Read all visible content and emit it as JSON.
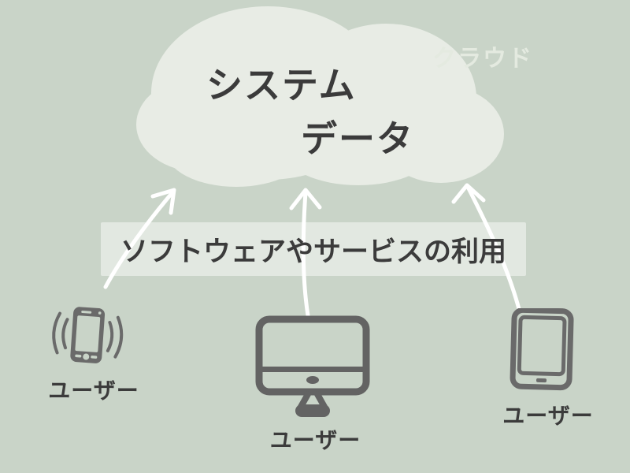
{
  "cloud": {
    "title_line1": "システム",
    "title_line2": "データ",
    "tag": "クラウド"
  },
  "banner": {
    "label": "ソフトウェアやサービスの利用"
  },
  "devices": {
    "smartphone": {
      "label": "ユーザー"
    },
    "desktop": {
      "label": "ユーザー"
    },
    "tablet": {
      "label": "ユーザー"
    }
  },
  "icons": {
    "smartphone": "smartphone-vibrating-icon",
    "desktop": "desktop-computer-icon",
    "tablet": "tablet-icon",
    "arrows": "hand-drawn-up-arrow-icon"
  },
  "colors": {
    "background": "#c9d4c8",
    "cloud_fill": "#e8ece5",
    "banner_fill": "#dfe7dc",
    "text_dark": "#3b3b3b",
    "cloud_tag_text": "#e4eae0",
    "device_icon": "#6a6a6a",
    "monitor_icon": "#636363",
    "arrow": "#ffffff"
  }
}
